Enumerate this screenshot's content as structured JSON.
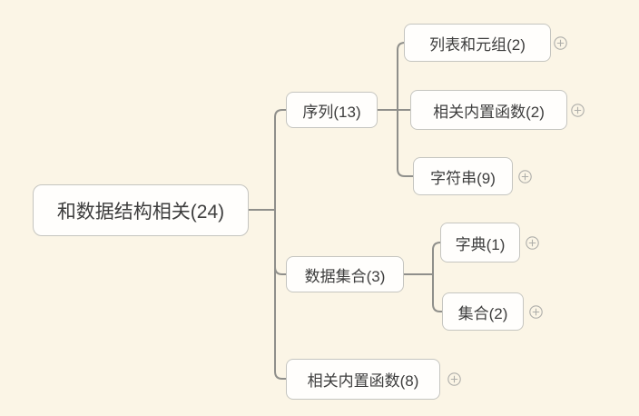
{
  "app": {
    "view": "mind-map",
    "colors": {
      "background": "#fbf5e6",
      "node_fill": "#fffefc",
      "node_border": "#c5c5c0",
      "connector": "#8f8f8b",
      "text": "#3d3d3d",
      "expand_icon": "#aeaeaa"
    }
  },
  "mindmap": {
    "root": {
      "label": "和数据结构相关(24)"
    },
    "branches": [
      {
        "label": "序列(13)",
        "children": [
          {
            "label": "列表和元组(2)",
            "expandable": true
          },
          {
            "label": "相关内置函数(2)",
            "expandable": true
          },
          {
            "label": "字符串(9)",
            "expandable": true
          }
        ]
      },
      {
        "label": "数据集合(3)",
        "children": [
          {
            "label": "字典(1)",
            "expandable": true
          },
          {
            "label": "集合(2)",
            "expandable": true
          }
        ]
      },
      {
        "label": "相关内置函数(8)",
        "expandable": true,
        "children": []
      }
    ]
  }
}
